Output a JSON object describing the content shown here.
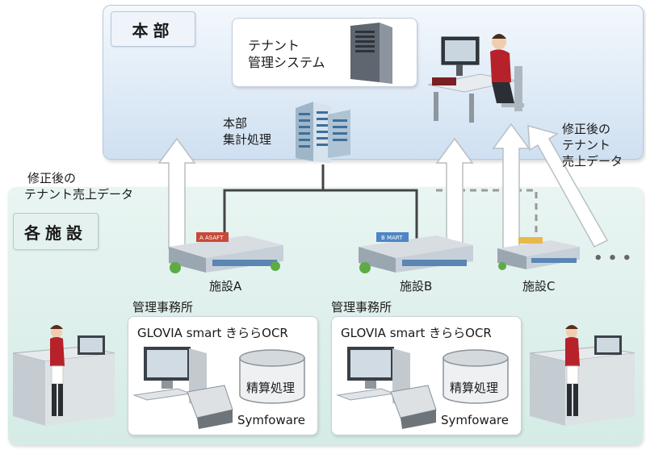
{
  "hq": {
    "title": "本部",
    "system_label": [
      "テナント",
      "管理システム"
    ],
    "aggregation_label": [
      "本部",
      "集計処理"
    ]
  },
  "facilities": {
    "title": "各施設",
    "items": [
      {
        "name": "施設A",
        "sign": "A ASAFT"
      },
      {
        "name": "施設B",
        "sign": "B MART"
      },
      {
        "name": "施設C",
        "sign": ""
      }
    ],
    "more_marker": "• • •"
  },
  "offices": [
    {
      "label": "管理事務所",
      "product": "GLOVIA smart きららOCR",
      "db": "精算処理",
      "db_engine": "Symfoware"
    },
    {
      "label": "管理事務所",
      "product": "GLOVIA smart きららOCR",
      "db": "精算処理",
      "db_engine": "Symfoware"
    }
  ],
  "flow_labels": {
    "left": [
      "修正後の",
      "テナント売上データ"
    ],
    "right": [
      "修正後の",
      "テナント",
      "売上データ"
    ]
  },
  "colors": {
    "hq_panel": "#dbe8f5",
    "facility_panel": "#dff0ec",
    "network_line": "#444444",
    "dashed_line": "#999999",
    "arrow_fill": "#ffffff",
    "arrow_stroke": "#b9bfc4"
  }
}
